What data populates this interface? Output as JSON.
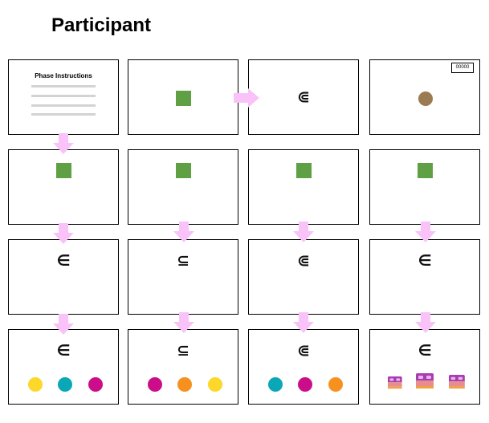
{
  "title": "Participant",
  "instructions": {
    "heading": "Phase Instructions"
  },
  "counter": "00000",
  "symbols": {
    "element_of": "∈",
    "subset_eq": "⊆",
    "double_tilde": "⋐"
  },
  "colors": {
    "green_square": "#5fa044",
    "brown_circle": "#9b7b52",
    "yellow": "#fdd82a",
    "teal": "#0aa7b7",
    "magenta": "#cc0d8a",
    "orange": "#f6911f",
    "arrow": "#f9c3f9"
  }
}
